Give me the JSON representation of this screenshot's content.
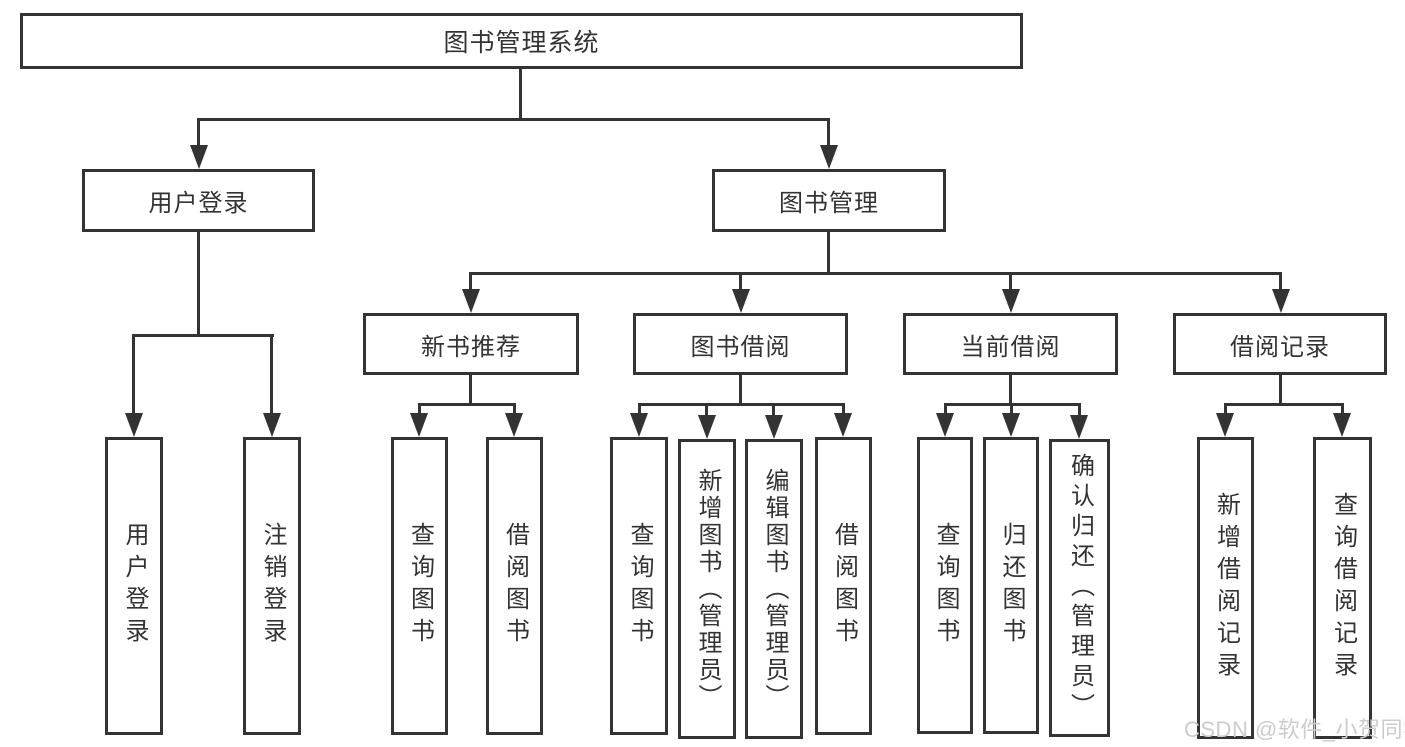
{
  "diagram_title": "图书管理系统",
  "tree": {
    "label": "图书管理系统",
    "children": [
      {
        "label": "用户登录",
        "children": [
          {
            "label": "用户登录"
          },
          {
            "label": "注销登录"
          }
        ]
      },
      {
        "label": "图书管理",
        "children": [
          {
            "label": "新书推荐",
            "children": [
              {
                "label": "查询图书"
              },
              {
                "label": "借阅图书"
              }
            ]
          },
          {
            "label": "图书借阅",
            "children": [
              {
                "label": "查询图书"
              },
              {
                "label": "新增图书（管理员）"
              },
              {
                "label": "编辑图书（管理员）"
              },
              {
                "label": "借阅图书"
              }
            ]
          },
          {
            "label": "当前借阅",
            "children": [
              {
                "label": "查询图书"
              },
              {
                "label": "归还图书"
              },
              {
                "label": "确认归还（管理员）"
              }
            ]
          },
          {
            "label": "借阅记录",
            "children": [
              {
                "label": "新增借阅记录"
              },
              {
                "label": "查询借阅记录"
              }
            ]
          }
        ]
      }
    ]
  },
  "watermark": {
    "text": "CSDN @软件_小贺同学"
  },
  "colors": {
    "line": "#333333",
    "text": "#333333",
    "background": "#ffffff",
    "watermark_text": "#cccccc"
  }
}
